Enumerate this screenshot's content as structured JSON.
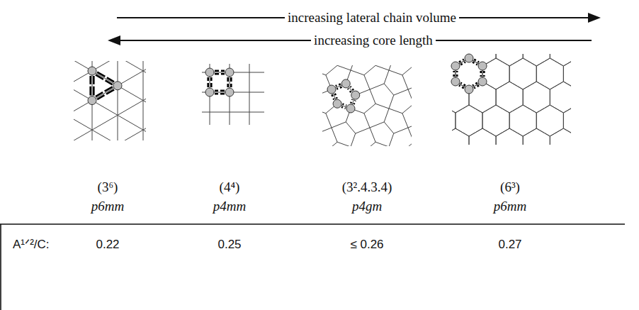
{
  "diagram": {
    "labels": [
      "increasing lateral chain volume",
      "increasing core length",
      "(3⁶)",
      "(4⁴)",
      "(3².4.3.4)",
      "(6³)",
      "p6mm",
      "p4mm",
      "p4gm",
      "p6mm",
      "A¹ᐟ²/C:",
      "0.22",
      "0.25",
      "≤ 0.26",
      "0.27"
    ]
  }
}
